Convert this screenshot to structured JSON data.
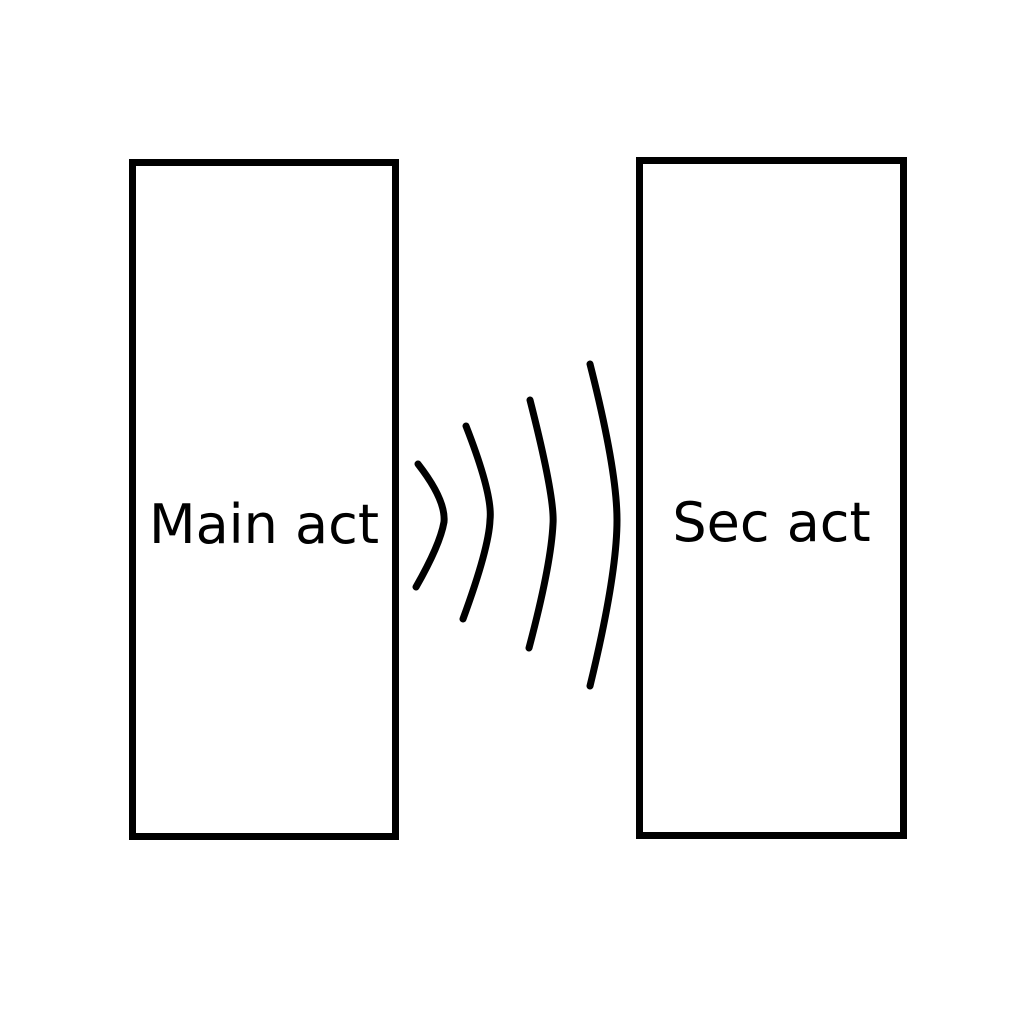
{
  "diagram": {
    "nodes": [
      {
        "id": "main",
        "label": "Main act"
      },
      {
        "id": "sec",
        "label": "Sec act"
      }
    ],
    "connector": {
      "type": "signal-waves",
      "count": 4,
      "from": "main",
      "to": "sec"
    },
    "colors": {
      "stroke": "#000000",
      "background": "#ffffff"
    }
  }
}
